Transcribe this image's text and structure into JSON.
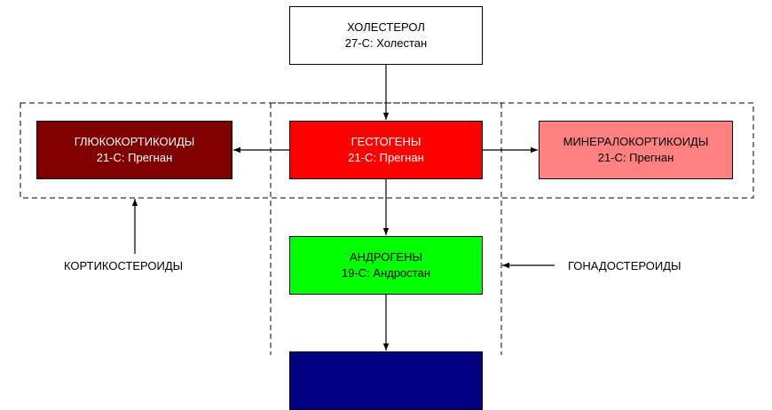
{
  "nodes": {
    "cholesterol": {
      "name": "ХОЛЕСТЕРОЛ",
      "sub": "27-С: Холестан",
      "fill": "#ffffff",
      "text_color": "#000000"
    },
    "gestagens": {
      "name": "ГЕСТОГЕНЫ",
      "sub": "21-С: Прегнан",
      "fill": "#ff0000",
      "text_color": "#ffffff"
    },
    "glucocorticoids": {
      "name": "ГЛЮКОКОРТИКОИДЫ",
      "sub": "21-С: Прегнан",
      "fill": "#800000",
      "text_color": "#ffffff"
    },
    "mineralocorticoids": {
      "name": "МИНЕРАЛОКОРТИКОИДЫ",
      "sub": "21-С: Прегнан",
      "fill": "#ff8080",
      "text_color": "#000000"
    },
    "androgens": {
      "name": "АНДРОГЕНЫ",
      "sub": "19-С: Андростан",
      "fill": "#00ff00",
      "text_color": "#000000"
    },
    "estrogens": {
      "fill": "#000080"
    }
  },
  "groups": {
    "corticosteroids": {
      "label": "КОРТИКОСТЕРОИДЫ"
    },
    "gonadosteroids": {
      "label": "ГОНАДОСТЕРОИДЫ"
    }
  },
  "line_color": "#000000"
}
